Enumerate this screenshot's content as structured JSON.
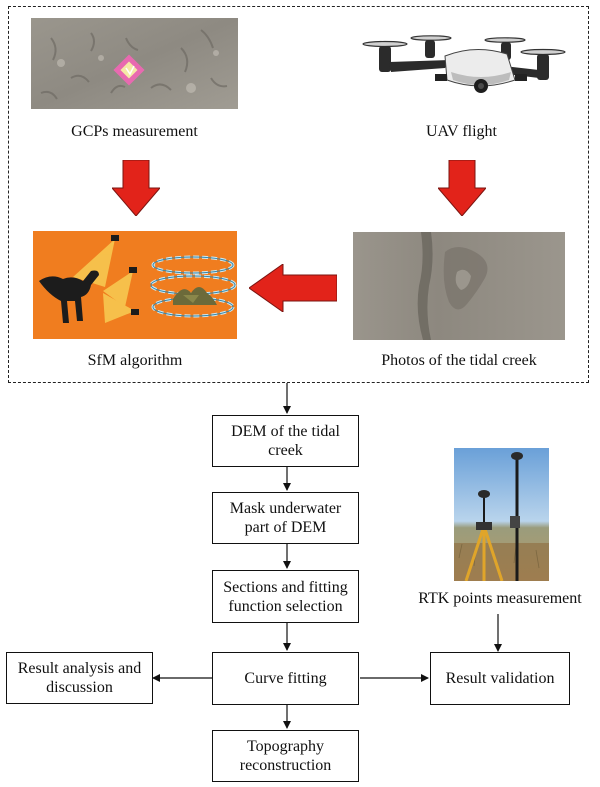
{
  "top_section": {
    "gcp_caption": "GCPs measurement",
    "uav_caption": "UAV flight",
    "sfm_caption": "SfM algorithm",
    "photos_caption": "Photos of the tidal creek"
  },
  "flow": {
    "dem": "DEM of the tidal creek",
    "mask": "Mask underwater part of DEM",
    "sections": "Sections and fitting function selection",
    "curve": "Curve fitting",
    "topography": "Topography reconstruction",
    "analysis": "Result analysis and discussion",
    "validation": "Result validation",
    "rtk_caption": "RTK points measurement"
  },
  "colors": {
    "big_arrow": "#e2231a",
    "sfm_background": "#f07d1f",
    "line": "#111111"
  },
  "icons": {
    "gcp_photo": "gcp-marker-on-sand-photo",
    "uav_photo": "quadcopter-drone-photo",
    "sfm_illustration": "structure-from-motion-illustration",
    "creek_photo": "tidal-creek-aerial-photo",
    "rtk_photo": "rtk-gnss-tripod-photo"
  }
}
